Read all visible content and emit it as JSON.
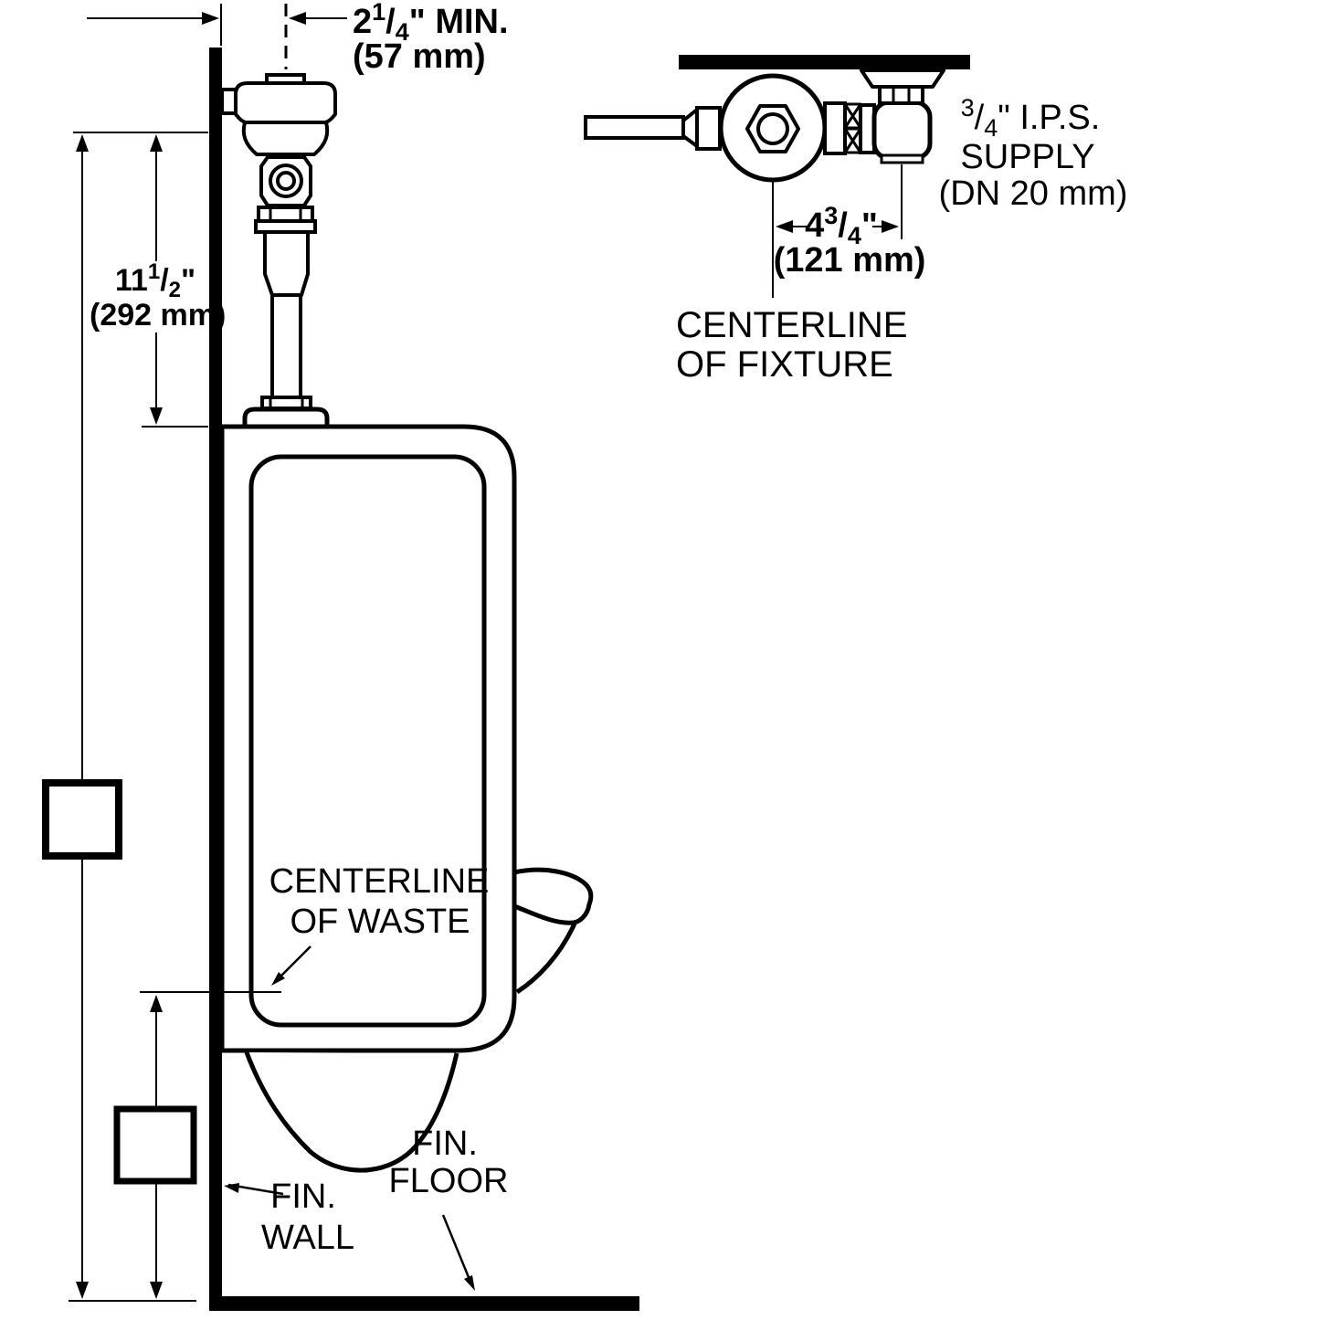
{
  "glyphs": {
    "slash": "/"
  },
  "side_view": {
    "wall_offset_dim": {
      "whole": "2",
      "frac_num": "1",
      "frac_den": "4",
      "suffix": "\" MIN.",
      "metric": "(57 mm)"
    },
    "valve_height_dim": {
      "whole": "11",
      "frac_num": "1",
      "frac_den": "2",
      "suffix": "\"",
      "metric": "(292 mm)"
    },
    "waste_label": {
      "line1": "CENTERLINE",
      "line2": "OF WASTE"
    },
    "fin_wall_label": {
      "line1": "FIN.",
      "line2": "WALL"
    },
    "fin_floor_label": {
      "line1": "FIN.",
      "line2": "FLOOR"
    }
  },
  "top_view": {
    "fixture_offset_dim": {
      "whole": "4",
      "frac_num": "3",
      "frac_den": "4",
      "suffix": "\"",
      "metric": "(121 mm)"
    },
    "supply_label": {
      "frac_num": "3",
      "frac_den": "4",
      "line1_rest": "\" I.P.S.",
      "line2": "SUPPLY",
      "line3": "(DN 20 mm)"
    },
    "fixture_label": {
      "line1": "CENTERLINE",
      "line2": "OF FIXTURE"
    }
  },
  "colors": {
    "ink": "#000000",
    "background": "#ffffff"
  }
}
